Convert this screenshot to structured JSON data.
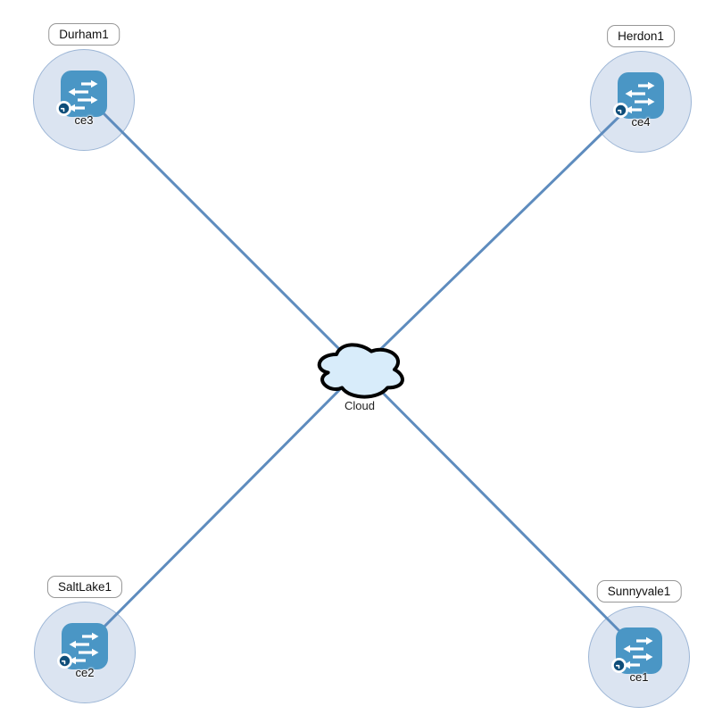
{
  "diagram": {
    "kind": "network-topology",
    "cloud": {
      "label": "Cloud"
    },
    "nodes": [
      {
        "site": "Durham1",
        "device": "ce3",
        "icon": "router-icon",
        "badge": "clock-badge-icon"
      },
      {
        "site": "Herdon1",
        "device": "ce4",
        "icon": "router-icon",
        "badge": "clock-badge-icon"
      },
      {
        "site": "SaltLake1",
        "device": "ce2",
        "icon": "router-icon",
        "badge": "clock-badge-icon"
      },
      {
        "site": "Sunnyvale1",
        "device": "ce1",
        "icon": "router-icon",
        "badge": "clock-badge-icon"
      }
    ],
    "links": [
      {
        "source": "ce3",
        "target": "Cloud"
      },
      {
        "source": "ce4",
        "target": "Cloud"
      },
      {
        "source": "ce2",
        "target": "Cloud"
      },
      {
        "source": "ce1",
        "target": "Cloud"
      }
    ],
    "colors": {
      "link": "#5e8cbe",
      "router_icon_fill": "#4a96c5",
      "halo_fill": "#dbe4f1",
      "halo_border": "#9db6d6",
      "cloud_fill": "#d8ecfa",
      "cloud_stroke": "#000000",
      "badge_clock_fill": "#0e4d79",
      "label_border": "#979797",
      "label_background": "#ffffff",
      "text": "#111111"
    }
  }
}
